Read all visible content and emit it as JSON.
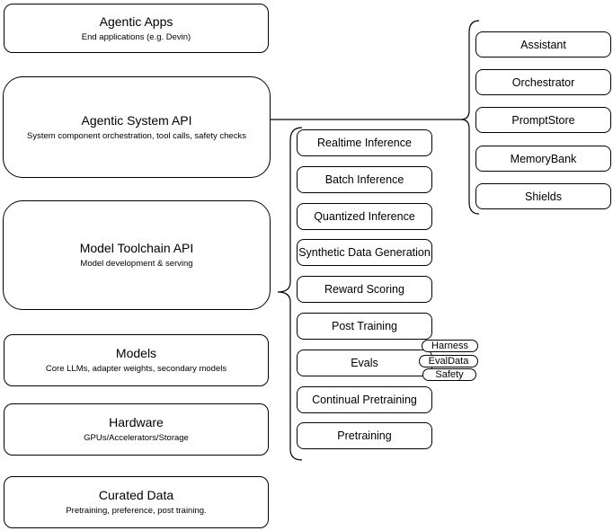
{
  "colors": {
    "stroke": "#000000",
    "background": "#ffffff",
    "text": "#000000"
  },
  "diagram": {
    "left_stack": [
      {
        "title": "Agentic Apps",
        "subtitle": "End applications (e.g. Devin)"
      },
      {
        "title": "Agentic System API",
        "subtitle": "System component orchestration, tool calls, safety checks"
      },
      {
        "title": "Model Toolchain API",
        "subtitle": "Model development & serving"
      },
      {
        "title": "Models",
        "subtitle": "Core LLMs, adapter weights, secondary models"
      },
      {
        "title": "Hardware",
        "subtitle": "GPUs/Accelerators/Storage"
      },
      {
        "title": "Curated Data",
        "subtitle": "Pretraining, preference, post training."
      }
    ],
    "toolchain": {
      "items": [
        "Realtime Inference",
        "Batch Inference",
        "Quantized Inference",
        "Synthetic Data Generation",
        "Reward Scoring",
        "Post Training",
        "Evals",
        "Continual Pretraining",
        "Pretraining"
      ],
      "eval_tags": [
        "Harness",
        "EvalData",
        "Safety"
      ]
    },
    "system_components": [
      "Assistant",
      "Orchestrator",
      "PromptStore",
      "MemoryBank",
      "Shields"
    ]
  }
}
